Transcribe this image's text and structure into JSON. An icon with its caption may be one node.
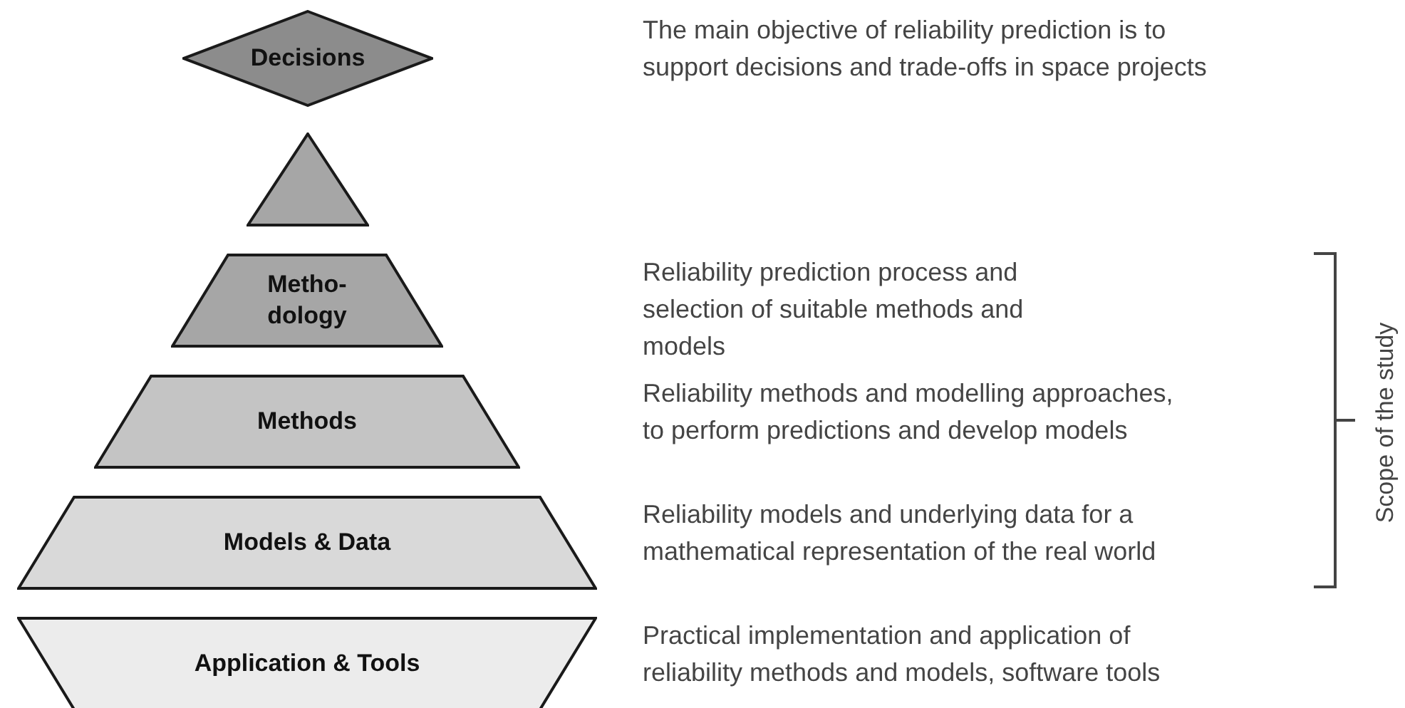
{
  "diagram": {
    "nodes": [
      {
        "text": [
          "Decisions"
        ]
      },
      {
        "text": [],
        "shape": "triangle"
      },
      {
        "text": [
          "Metho- dology"
        ]
      },
      {
        "text": [
          "Methods"
        ]
      },
      {
        "text": [
          "Models & Data"
        ]
      },
      {
        "text": [
          "Application & Tools"
        ]
      }
    ],
    "labels": [
      "The main objective of reliability prediction is to support decisions and trade-offs in space projects",
      "Reliability prediction process and selection of suitable methods and models",
      "Reliability methods and modelling approaches, to perform predictions and develop models",
      "Reliability models and underlying data for a mathematical representation of the real world",
      "Scope of the study",
      "Practical implementation and application of reliability methods and models, software tools"
    ]
  }
}
